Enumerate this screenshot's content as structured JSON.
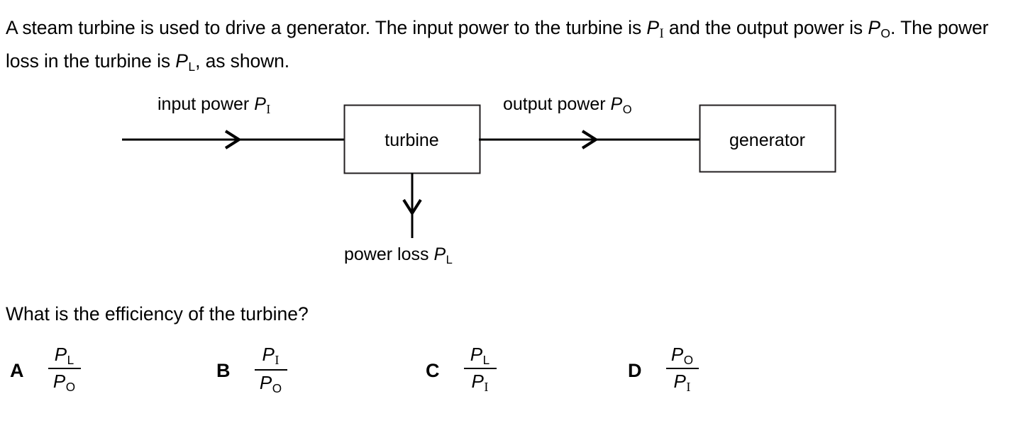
{
  "question": {
    "stem_part1": "A steam turbine is used to drive a generator. The input power to the turbine is ",
    "stem_var1": "P",
    "stem_sub1": "I",
    "stem_part2": " and the output power is ",
    "stem_var2": "P",
    "stem_sub2": "O",
    "stem_part3": ". The power loss in the turbine is ",
    "stem_var3": "P",
    "stem_sub3": "L",
    "stem_part4": ", as shown.",
    "prompt": "What is the efficiency of the turbine?"
  },
  "diagram": {
    "input_label_text": "input power ",
    "input_label_var": "P",
    "input_label_sub": "I",
    "output_label_text": "output power ",
    "output_label_var": "P",
    "output_label_sub": "O",
    "loss_label_text": "power loss ",
    "loss_label_var": "P",
    "loss_label_sub": "L",
    "turbine_box_label": "turbine",
    "generator_box_label": "generator",
    "stroke_color": "#231f20",
    "line_color": "#000000"
  },
  "options": [
    {
      "letter": "A",
      "numerator_var": "P",
      "numerator_sub": "L",
      "numerator_sub_style": "sans",
      "denominator_var": "P",
      "denominator_sub": "O",
      "denominator_sub_style": "sans"
    },
    {
      "letter": "B",
      "numerator_var": "P",
      "numerator_sub": "I",
      "numerator_sub_style": "roman",
      "denominator_var": "P",
      "denominator_sub": "O",
      "denominator_sub_style": "sans"
    },
    {
      "letter": "C",
      "numerator_var": "P",
      "numerator_sub": "L",
      "numerator_sub_style": "sans",
      "denominator_var": "P",
      "denominator_sub": "I",
      "denominator_sub_style": "roman"
    },
    {
      "letter": "D",
      "numerator_var": "P",
      "numerator_sub": "O",
      "numerator_sub_style": "sans",
      "denominator_var": "P",
      "denominator_sub": "I",
      "denominator_sub_style": "roman"
    }
  ]
}
